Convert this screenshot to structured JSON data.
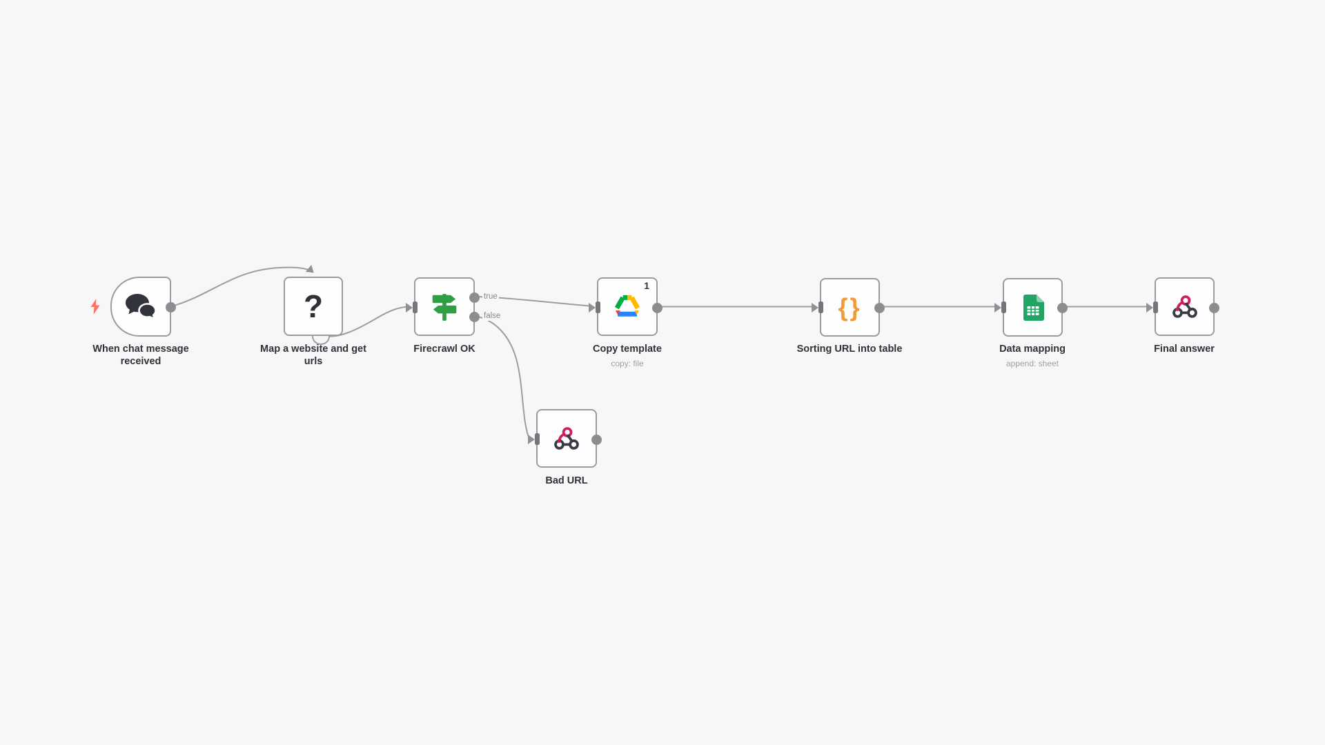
{
  "app": {
    "name": "workflow-canvas",
    "canvas_background": "#f7f7f8",
    "edge_color": "#9b9da1"
  },
  "workflow": {
    "trigger_indicator": {
      "icon": "lightning-bolt-icon",
      "color": "#ff7261"
    },
    "branch_labels": {
      "true": "true",
      "false": "false"
    },
    "nodes": [
      {
        "id": "when-chat-message-received",
        "label": "When chat message received",
        "icon": "chat-bubbles-icon",
        "icon_color": "#32343c",
        "shape": "trigger-rounded-left"
      },
      {
        "id": "map-a-website-and-get-urls",
        "label": "Map a website and get urls",
        "icon": "question-mark-icon",
        "icon_glyph": "?",
        "icon_color": "#2f3138"
      },
      {
        "id": "firecrawl-ok",
        "label": "Firecrawl OK",
        "icon": "signpost-icon",
        "icon_color": "#2f9e44",
        "outputs": [
          "true",
          "false"
        ]
      },
      {
        "id": "copy-template",
        "label": "Copy template",
        "subtitle": "copy: file",
        "items_count": "1",
        "icon": "google-drive-icon",
        "icon_colors": [
          "#00ac47",
          "#ffba00",
          "#2684fc"
        ]
      },
      {
        "id": "sorting-url-into-table",
        "label": "Sorting URL into table",
        "icon": "curly-braces-icon",
        "icon_glyph": "{}",
        "icon_color": "#f09a38"
      },
      {
        "id": "data-mapping",
        "label": "Data mapping",
        "subtitle": "append: sheet",
        "icon": "google-sheets-icon",
        "icon_color": "#21a464"
      },
      {
        "id": "final-answer",
        "label": "Final answer",
        "icon": "webhook-icon",
        "icon_colors": [
          "#cf1f5e",
          "#383b44"
        ]
      },
      {
        "id": "bad-url",
        "label": "Bad URL",
        "icon": "webhook-icon",
        "icon_colors": [
          "#cf1f5e",
          "#383b44"
        ]
      }
    ]
  }
}
